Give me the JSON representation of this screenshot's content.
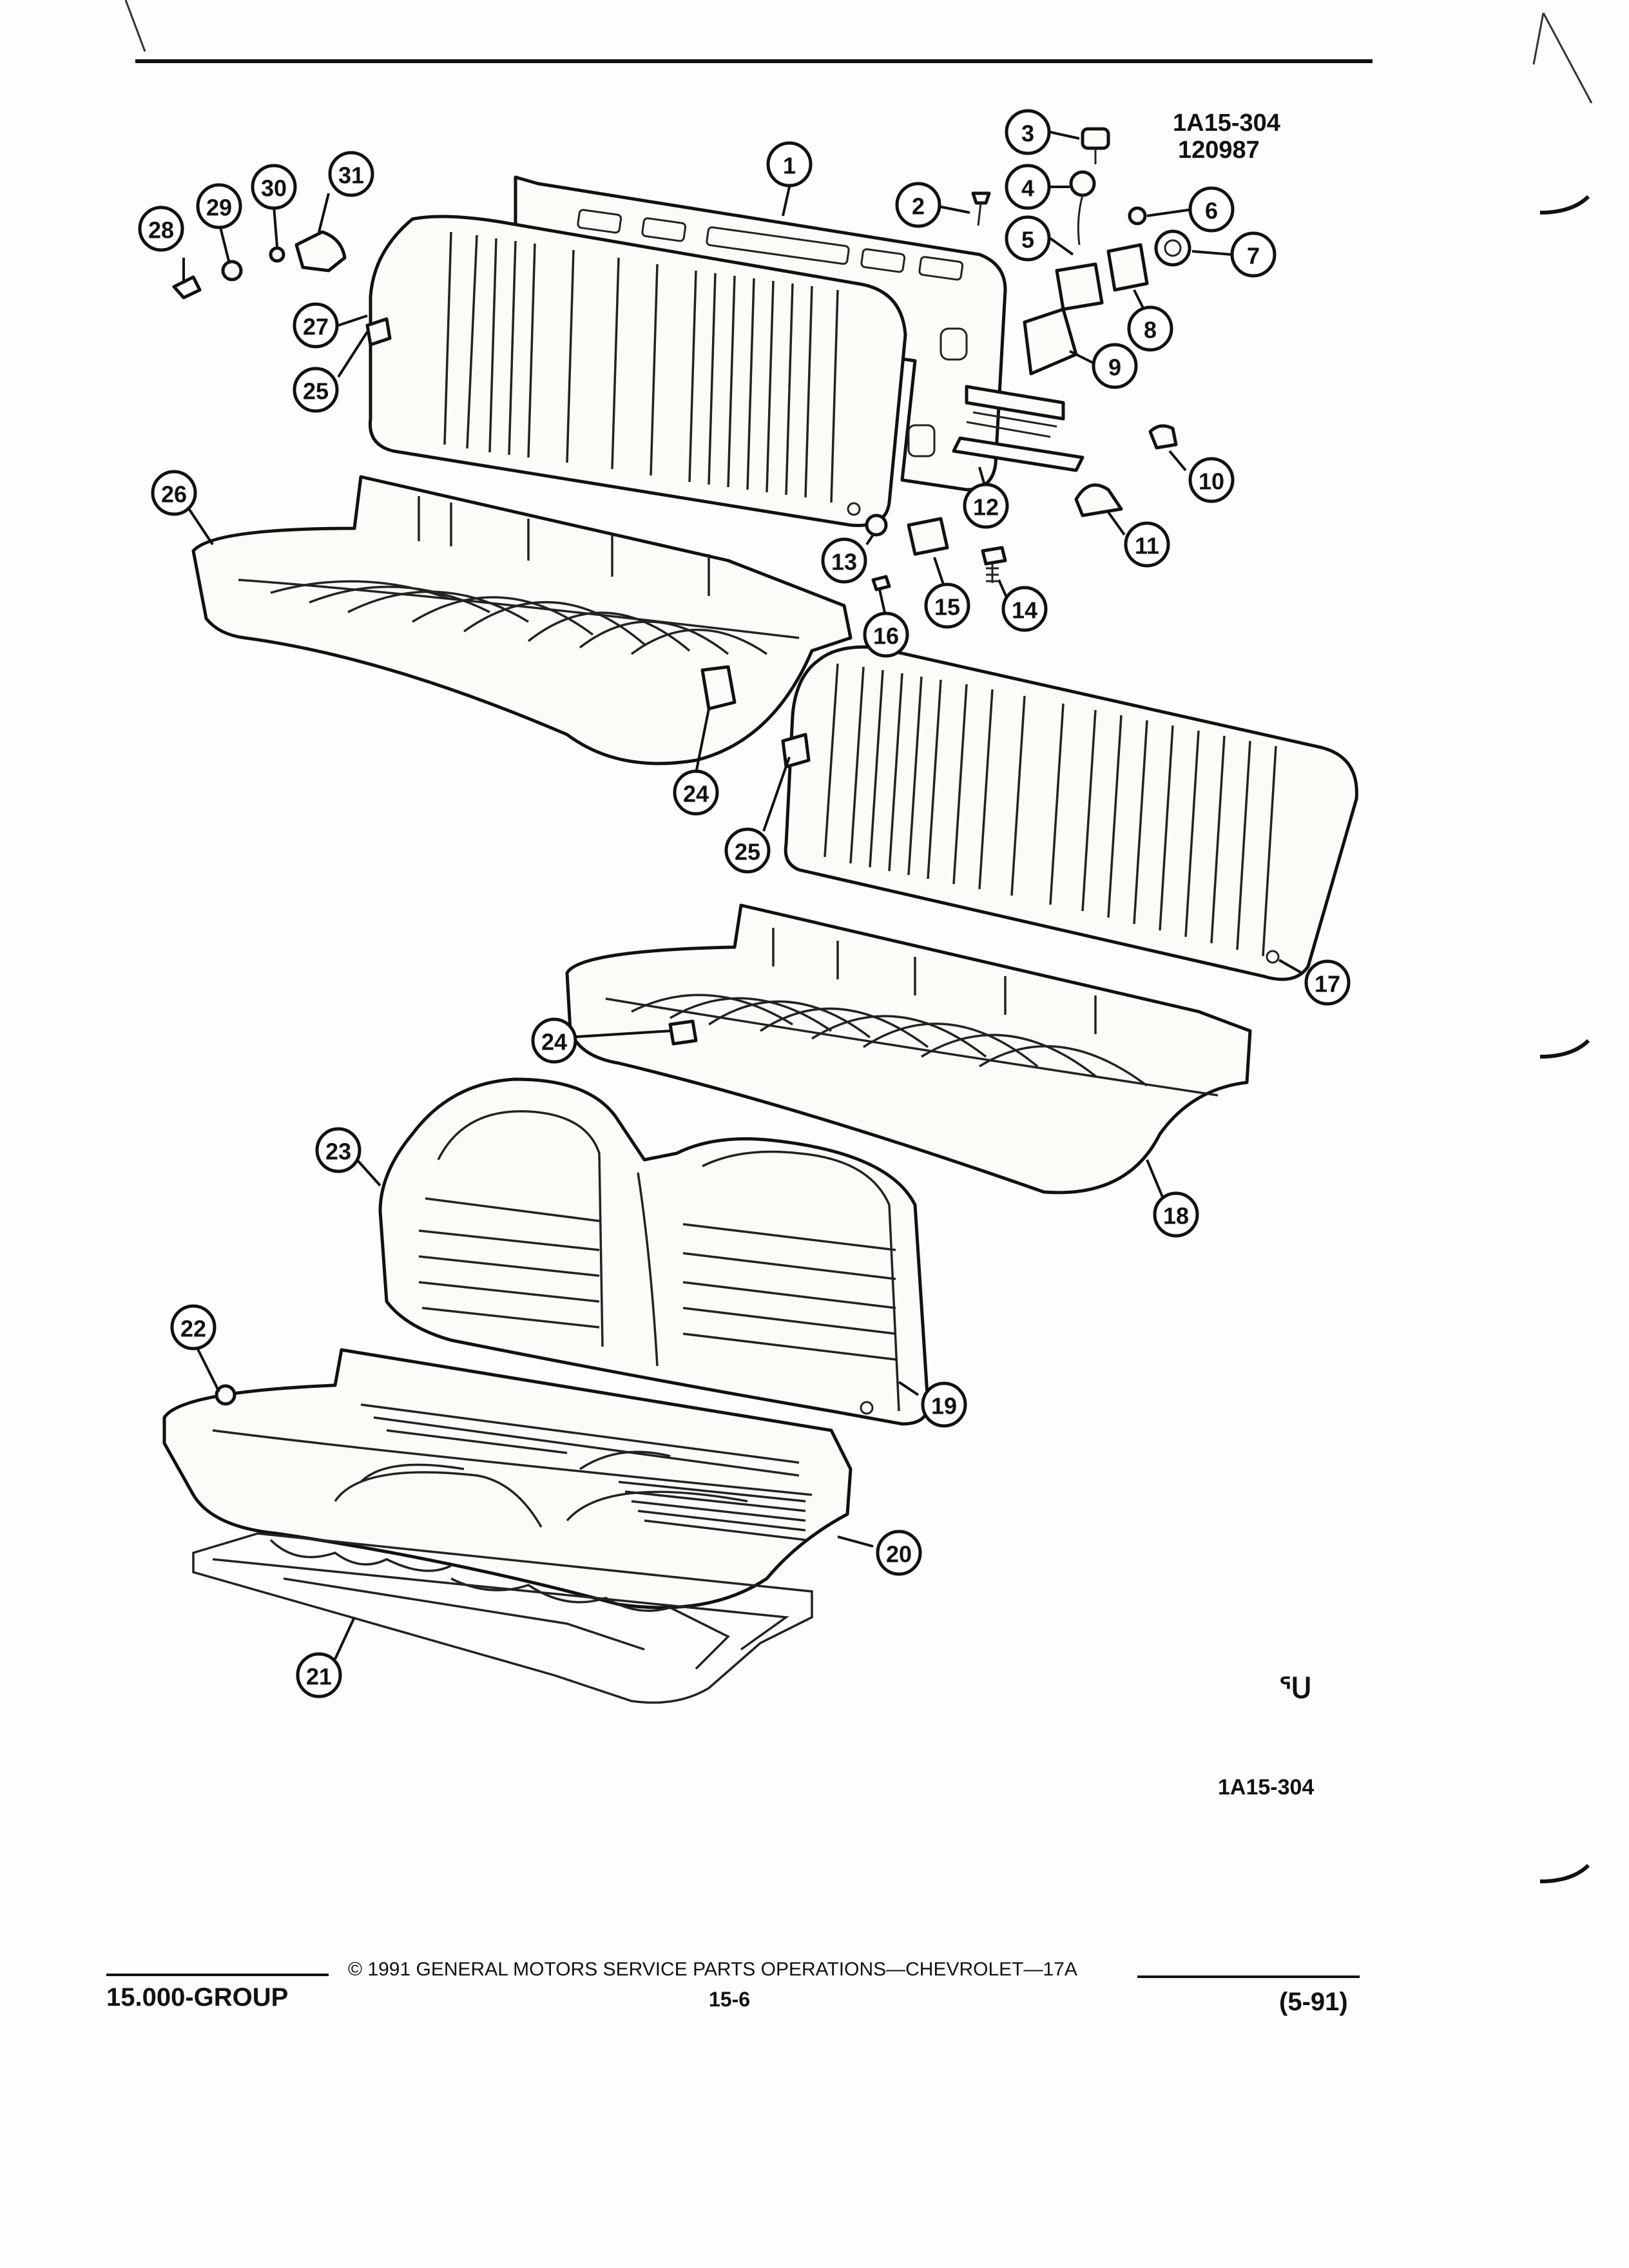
{
  "header": {
    "figure_id": "1A15-304",
    "figure_number": "120987"
  },
  "callouts": [
    {
      "label": "1"
    },
    {
      "label": "2"
    },
    {
      "label": "3"
    },
    {
      "label": "4"
    },
    {
      "label": "5"
    },
    {
      "label": "6"
    },
    {
      "label": "7"
    },
    {
      "label": "8"
    },
    {
      "label": "9"
    },
    {
      "label": "10"
    },
    {
      "label": "11"
    },
    {
      "label": "12"
    },
    {
      "label": "13"
    },
    {
      "label": "14"
    },
    {
      "label": "15"
    },
    {
      "label": "16"
    },
    {
      "label": "17"
    },
    {
      "label": "18"
    },
    {
      "label": "19"
    },
    {
      "label": "20"
    },
    {
      "label": "21"
    },
    {
      "label": "22"
    },
    {
      "label": "23"
    },
    {
      "label": "24"
    },
    {
      "label": "25"
    },
    {
      "label": "26"
    },
    {
      "label": "27"
    },
    {
      "label": "28"
    },
    {
      "label": "29"
    },
    {
      "label": "30"
    },
    {
      "label": "31"
    },
    {
      "label": "24"
    },
    {
      "label": "25"
    }
  ],
  "figure_code_bottom": "1A15-304",
  "mark_symbol": "ᕐᑌ",
  "footer": {
    "group": "15.000-GROUP",
    "copyright": "© 1991 GENERAL MOTORS SERVICE PARTS OPERATIONS—CHEVROLET—17A",
    "page": "15-6",
    "date": "(5-91)"
  }
}
